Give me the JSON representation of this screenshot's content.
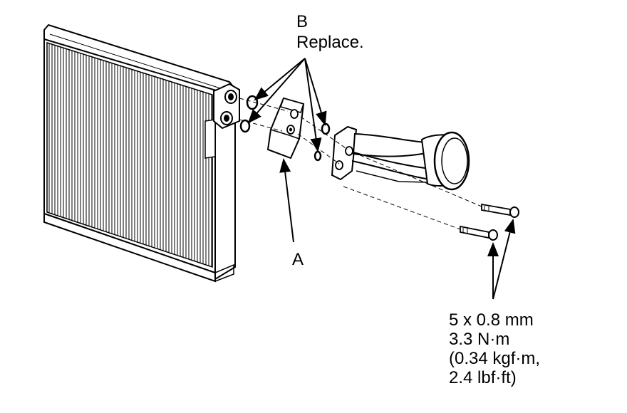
{
  "labels": {
    "b_letter": "B",
    "b_note": "Replace.",
    "a_letter": "A",
    "spec": {
      "line1": "5 x 0.8 mm",
      "line2": "3.3 N·m",
      "line3": "(0.34 kgf·m,",
      "line4": "2.4 lbf·ft)"
    }
  },
  "colors": {
    "ink": "#000000",
    "paper": "#ffffff",
    "shade": "#d9d9d9"
  }
}
